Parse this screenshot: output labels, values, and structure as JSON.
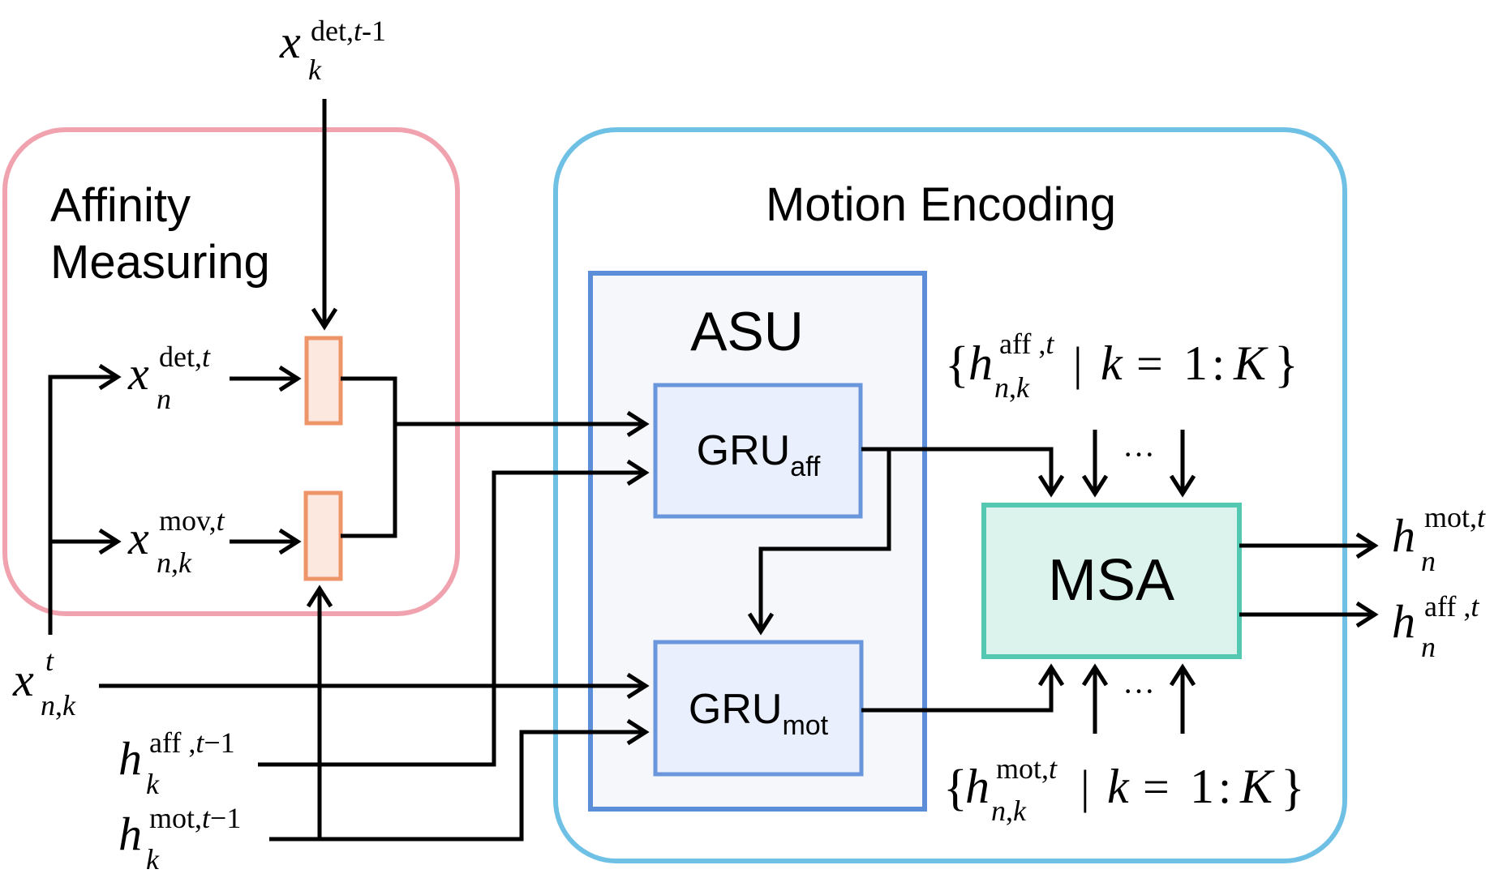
{
  "colors": {
    "affinity_border": "#f0a3ae",
    "motion_border": "#6ec0e4",
    "asu_border": "#5b8dd9",
    "asu_fill": "#f6f7fa",
    "gru_border": "#6a96dc",
    "gru_fill": "#e9effc",
    "msa_border": "#55c8b1",
    "msa_fill": "#dbf3ec",
    "gate_border": "#ee9469",
    "gate_fill": "#fde8e0"
  },
  "affinity_module": {
    "title_line1": "Affinity",
    "title_line2": "Measuring"
  },
  "motion_module": {
    "title": "Motion Encoding"
  },
  "asu": {
    "title": "ASU"
  },
  "gru_aff": {
    "base": "GRU",
    "sub": "aff"
  },
  "gru_mot": {
    "base": "GRU",
    "sub": "mot"
  },
  "msa": {
    "label": "MSA"
  },
  "symbols": {
    "x_det_prev": {
      "base": "x",
      "sup_a": "det",
      "sup_b": ",",
      "sup_c": "t",
      "sup_d": "-1",
      "sub": "k"
    },
    "x_det_t": {
      "base": "x",
      "sup_a": "det",
      "sup_b": ",",
      "sup_c": "t",
      "sub": "n"
    },
    "x_mov_t": {
      "base": "x",
      "sup_a": "mov",
      "sup_b": ",",
      "sup_c": "t",
      "sub_a": "n",
      "sub_b": ",",
      "sub_c": "k"
    },
    "x_t": {
      "base": "x",
      "sup": "t",
      "sub_a": "n",
      "sub_b": ",",
      "sub_c": "k"
    },
    "h_aff_prev": {
      "base": "h",
      "sup_a": "aff",
      "sup_b": " ,",
      "sup_c": "t",
      "sup_d": "−1",
      "sub": "k"
    },
    "h_mot_prev": {
      "base": "h",
      "sup_a": "mot",
      "sup_b": ",",
      "sup_c": "t",
      "sup_d": "−1",
      "sub": "k"
    },
    "h_mot_out": {
      "base": "h",
      "sup_a": "mot",
      "sup_b": ",",
      "sup_c": "t",
      "sub": "n"
    },
    "h_aff_out": {
      "base": "h",
      "sup_a": "aff",
      "sup_b": " ,",
      "sup_c": "t",
      "sub": "n"
    },
    "set_aff": {
      "open": "{",
      "base": "h",
      "sup_a": "aff",
      "sup_b": " ,",
      "sup_c": "t",
      "sub_a": "n",
      "sub_b": ",",
      "sub_c": "k",
      "bar": "|",
      "k": "k",
      "eq": "=",
      "one": "1",
      "colon": ":",
      "K": "K",
      "close": "}"
    },
    "set_mot": {
      "open": "{",
      "base": "h",
      "sup_a": "mot",
      "sup_b": ",",
      "sup_c": "t",
      "sub_a": "n",
      "sub_b": ",",
      "sub_c": "k",
      "bar": "|",
      "k": "k",
      "eq": "=",
      "one": "1",
      "colon": ":",
      "K": "K",
      "close": "}"
    }
  },
  "ellipsis_top": "···",
  "ellipsis_bottom": "···"
}
